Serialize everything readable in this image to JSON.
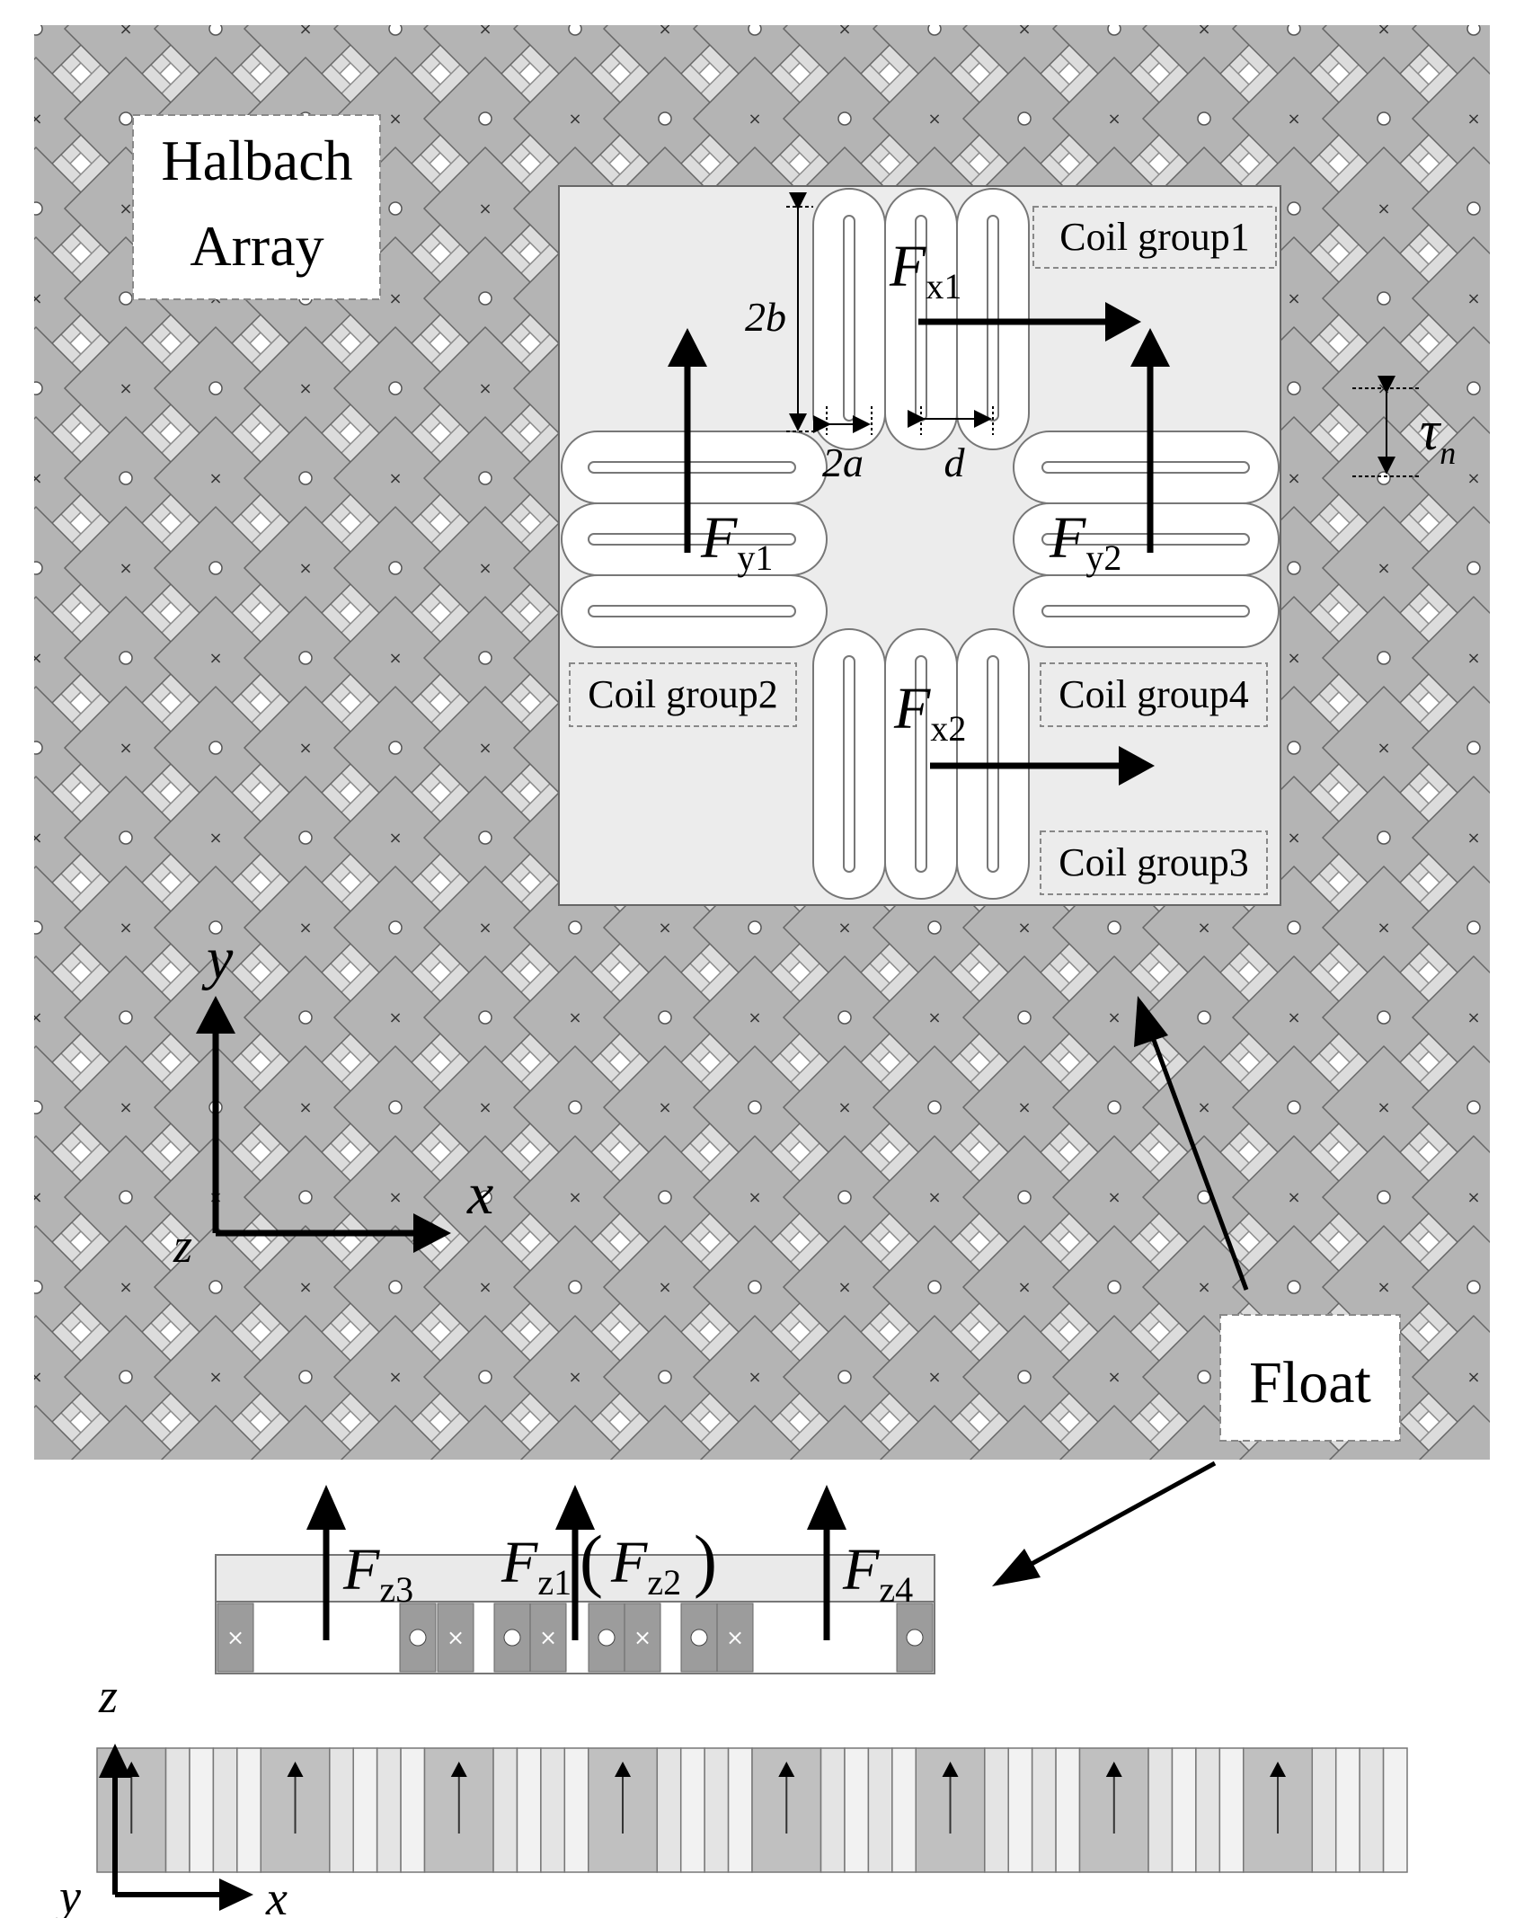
{
  "labels": {
    "halbach_line1": "Halbach",
    "halbach_line2": "Array",
    "coil_group1": "Coil group1",
    "coil_group2": "Coil group2",
    "coil_group3": "Coil group3",
    "coil_group4": "Coil group4",
    "float": "Float"
  },
  "dimensions": {
    "two_b": "2b",
    "two_a": "2a",
    "d": "d",
    "tau": "τ",
    "tau_sub": "n"
  },
  "forces": {
    "F": "F",
    "fx1_sub": "x1",
    "fx2_sub": "x2",
    "fy1_sub": "y1",
    "fy2_sub": "y2",
    "fz1_sub": "z1",
    "fz2_sub": "z2",
    "fz3_sub": "z3",
    "fz4_sub": "z4",
    "paren_open": "(",
    "paren_close": ")"
  },
  "axes_top": {
    "x": "x",
    "y": "y",
    "z": "z"
  },
  "axes_bottom": {
    "x": "x",
    "y": "y",
    "z": "z"
  },
  "colors": {
    "magnet_dark": "#b4b4b4",
    "magnet_light": "#dcdcdc",
    "coil_panel": "#ececec",
    "coil_fill": "#ffffff",
    "outline": "#555555",
    "arrow": "#000000"
  },
  "symbols": {
    "magnet_up": "dot-in-circle",
    "magnet_down": "cross",
    "bottom_array_up": "arrow-up"
  }
}
